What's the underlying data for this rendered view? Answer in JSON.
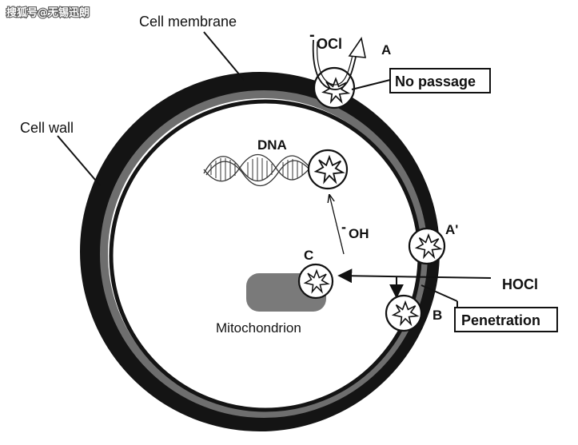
{
  "watermark": "搜狐号@无锡迅朗",
  "labels": {
    "cell_membrane": "Cell membrane",
    "cell_wall": "Cell wall",
    "dna": "DNA",
    "mitochondrion": "Mitochondrion",
    "ocl_minus": "-",
    "ocl": "OCl",
    "oh_minus": "-",
    "oh": "OH",
    "hocl": "HOCl",
    "marker_a": "A",
    "marker_a_prime": "A'",
    "marker_b": "B",
    "marker_c": "C",
    "no_passage": "No passage",
    "penetration": "Penetration"
  },
  "colors": {
    "wall": "#141414",
    "membrane_band": "#6e6e6e",
    "mitochondrion": "#7a7a7a",
    "line": "#111111"
  }
}
